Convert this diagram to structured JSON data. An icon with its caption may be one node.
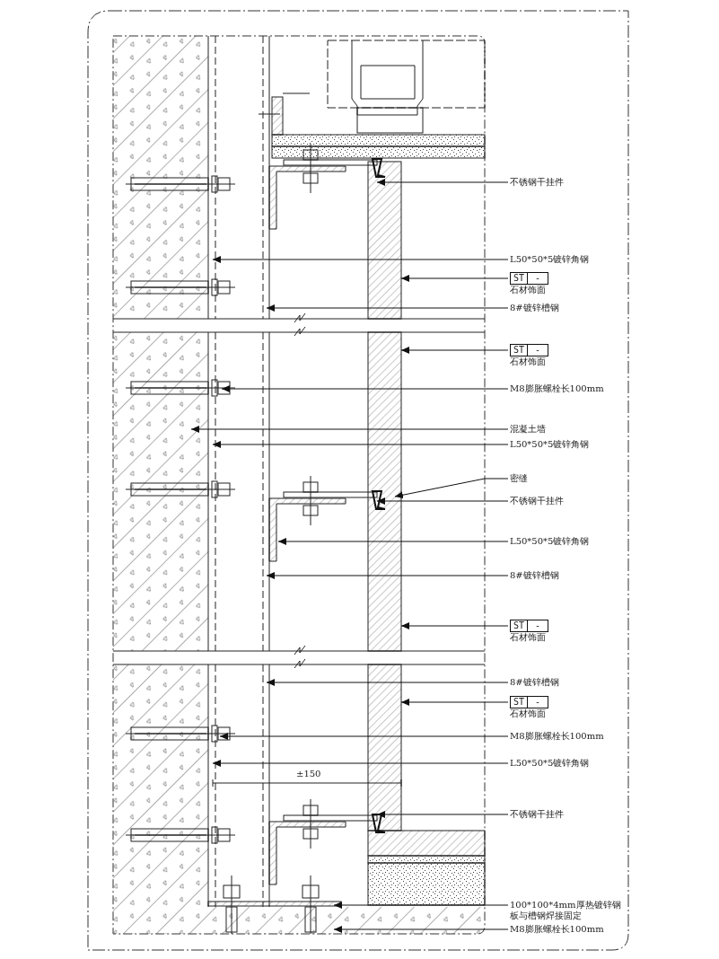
{
  "diagram": {
    "nodes": [
      {
        "text": [
          "不锈钢干挂件"
        ]
      },
      {
        "text": [
          "L50*50*5镀锌角钢"
        ]
      },
      {
        "text": [
          "ST",
          "-"
        ],
        "beside": [
          "石材饰面"
        ]
      },
      {
        "text": [
          "8#镀锌槽钢"
        ]
      },
      {
        "text": [
          "ST",
          "-"
        ],
        "beside": [
          "石材饰面"
        ]
      },
      {
        "text": [
          "M8膨胀螺栓长100mm"
        ]
      },
      {
        "text": [
          "混凝土墙"
        ]
      },
      {
        "text": [
          "L50*50*5镀锌角钢"
        ]
      },
      {
        "text": [
          "密缝"
        ]
      },
      {
        "text": [
          "不锈钢干挂件"
        ]
      },
      {
        "text": [
          "L50*50*5镀锌角钢"
        ]
      },
      {
        "text": [
          "8#镀锌槽钢"
        ]
      },
      {
        "text": [
          "ST",
          "-"
        ],
        "beside": [
          "石材饰面"
        ]
      },
      {
        "text": [
          "8#镀锌槽钢"
        ]
      },
      {
        "text": [
          "ST",
          "-"
        ],
        "beside": [
          "石材饰面"
        ]
      },
      {
        "text": [
          "M8膨胀螺栓长100mm"
        ]
      },
      {
        "text": [
          "L50*50*5镀锌角钢"
        ]
      },
      {
        "text": [
          "不锈钢干挂件"
        ]
      },
      {
        "text": [
          "100*100*4mm厚热镀锌钢板与槽钢焊接固定"
        ]
      },
      {
        "text": [
          "M8膨胀螺栓长100mm"
        ]
      }
    ],
    "edges": [
      {
        "from": 0,
        "to": null,
        "arrow": "to"
      },
      {
        "from": 1,
        "to": null,
        "arrow": "to"
      },
      {
        "from": 2,
        "to": null,
        "arrow": "to"
      },
      {
        "from": 3,
        "to": null,
        "arrow": "to"
      },
      {
        "from": 4,
        "to": null,
        "arrow": "to"
      },
      {
        "from": 5,
        "to": null,
        "arrow": "to"
      },
      {
        "from": 6,
        "to": null,
        "arrow": "to"
      },
      {
        "from": 7,
        "to": null,
        "arrow": "to"
      },
      {
        "from": 8,
        "to": null,
        "arrow": "to"
      },
      {
        "from": 9,
        "to": null,
        "arrow": "to"
      },
      {
        "from": 10,
        "to": null,
        "arrow": "to"
      },
      {
        "from": 11,
        "to": null,
        "arrow": "to"
      },
      {
        "from": 12,
        "to": null,
        "arrow": "to"
      },
      {
        "from": 13,
        "to": null,
        "arrow": "to"
      },
      {
        "from": 14,
        "to": null,
        "arrow": "to"
      },
      {
        "from": 15,
        "to": null,
        "arrow": "to"
      },
      {
        "from": 16,
        "to": null,
        "arrow": "to"
      },
      {
        "from": 17,
        "to": null,
        "arrow": "to"
      },
      {
        "from": 18,
        "to": null,
        "arrow": "to"
      },
      {
        "from": 19,
        "to": null,
        "arrow": "to"
      }
    ],
    "labels": [
      "±150"
    ]
  }
}
